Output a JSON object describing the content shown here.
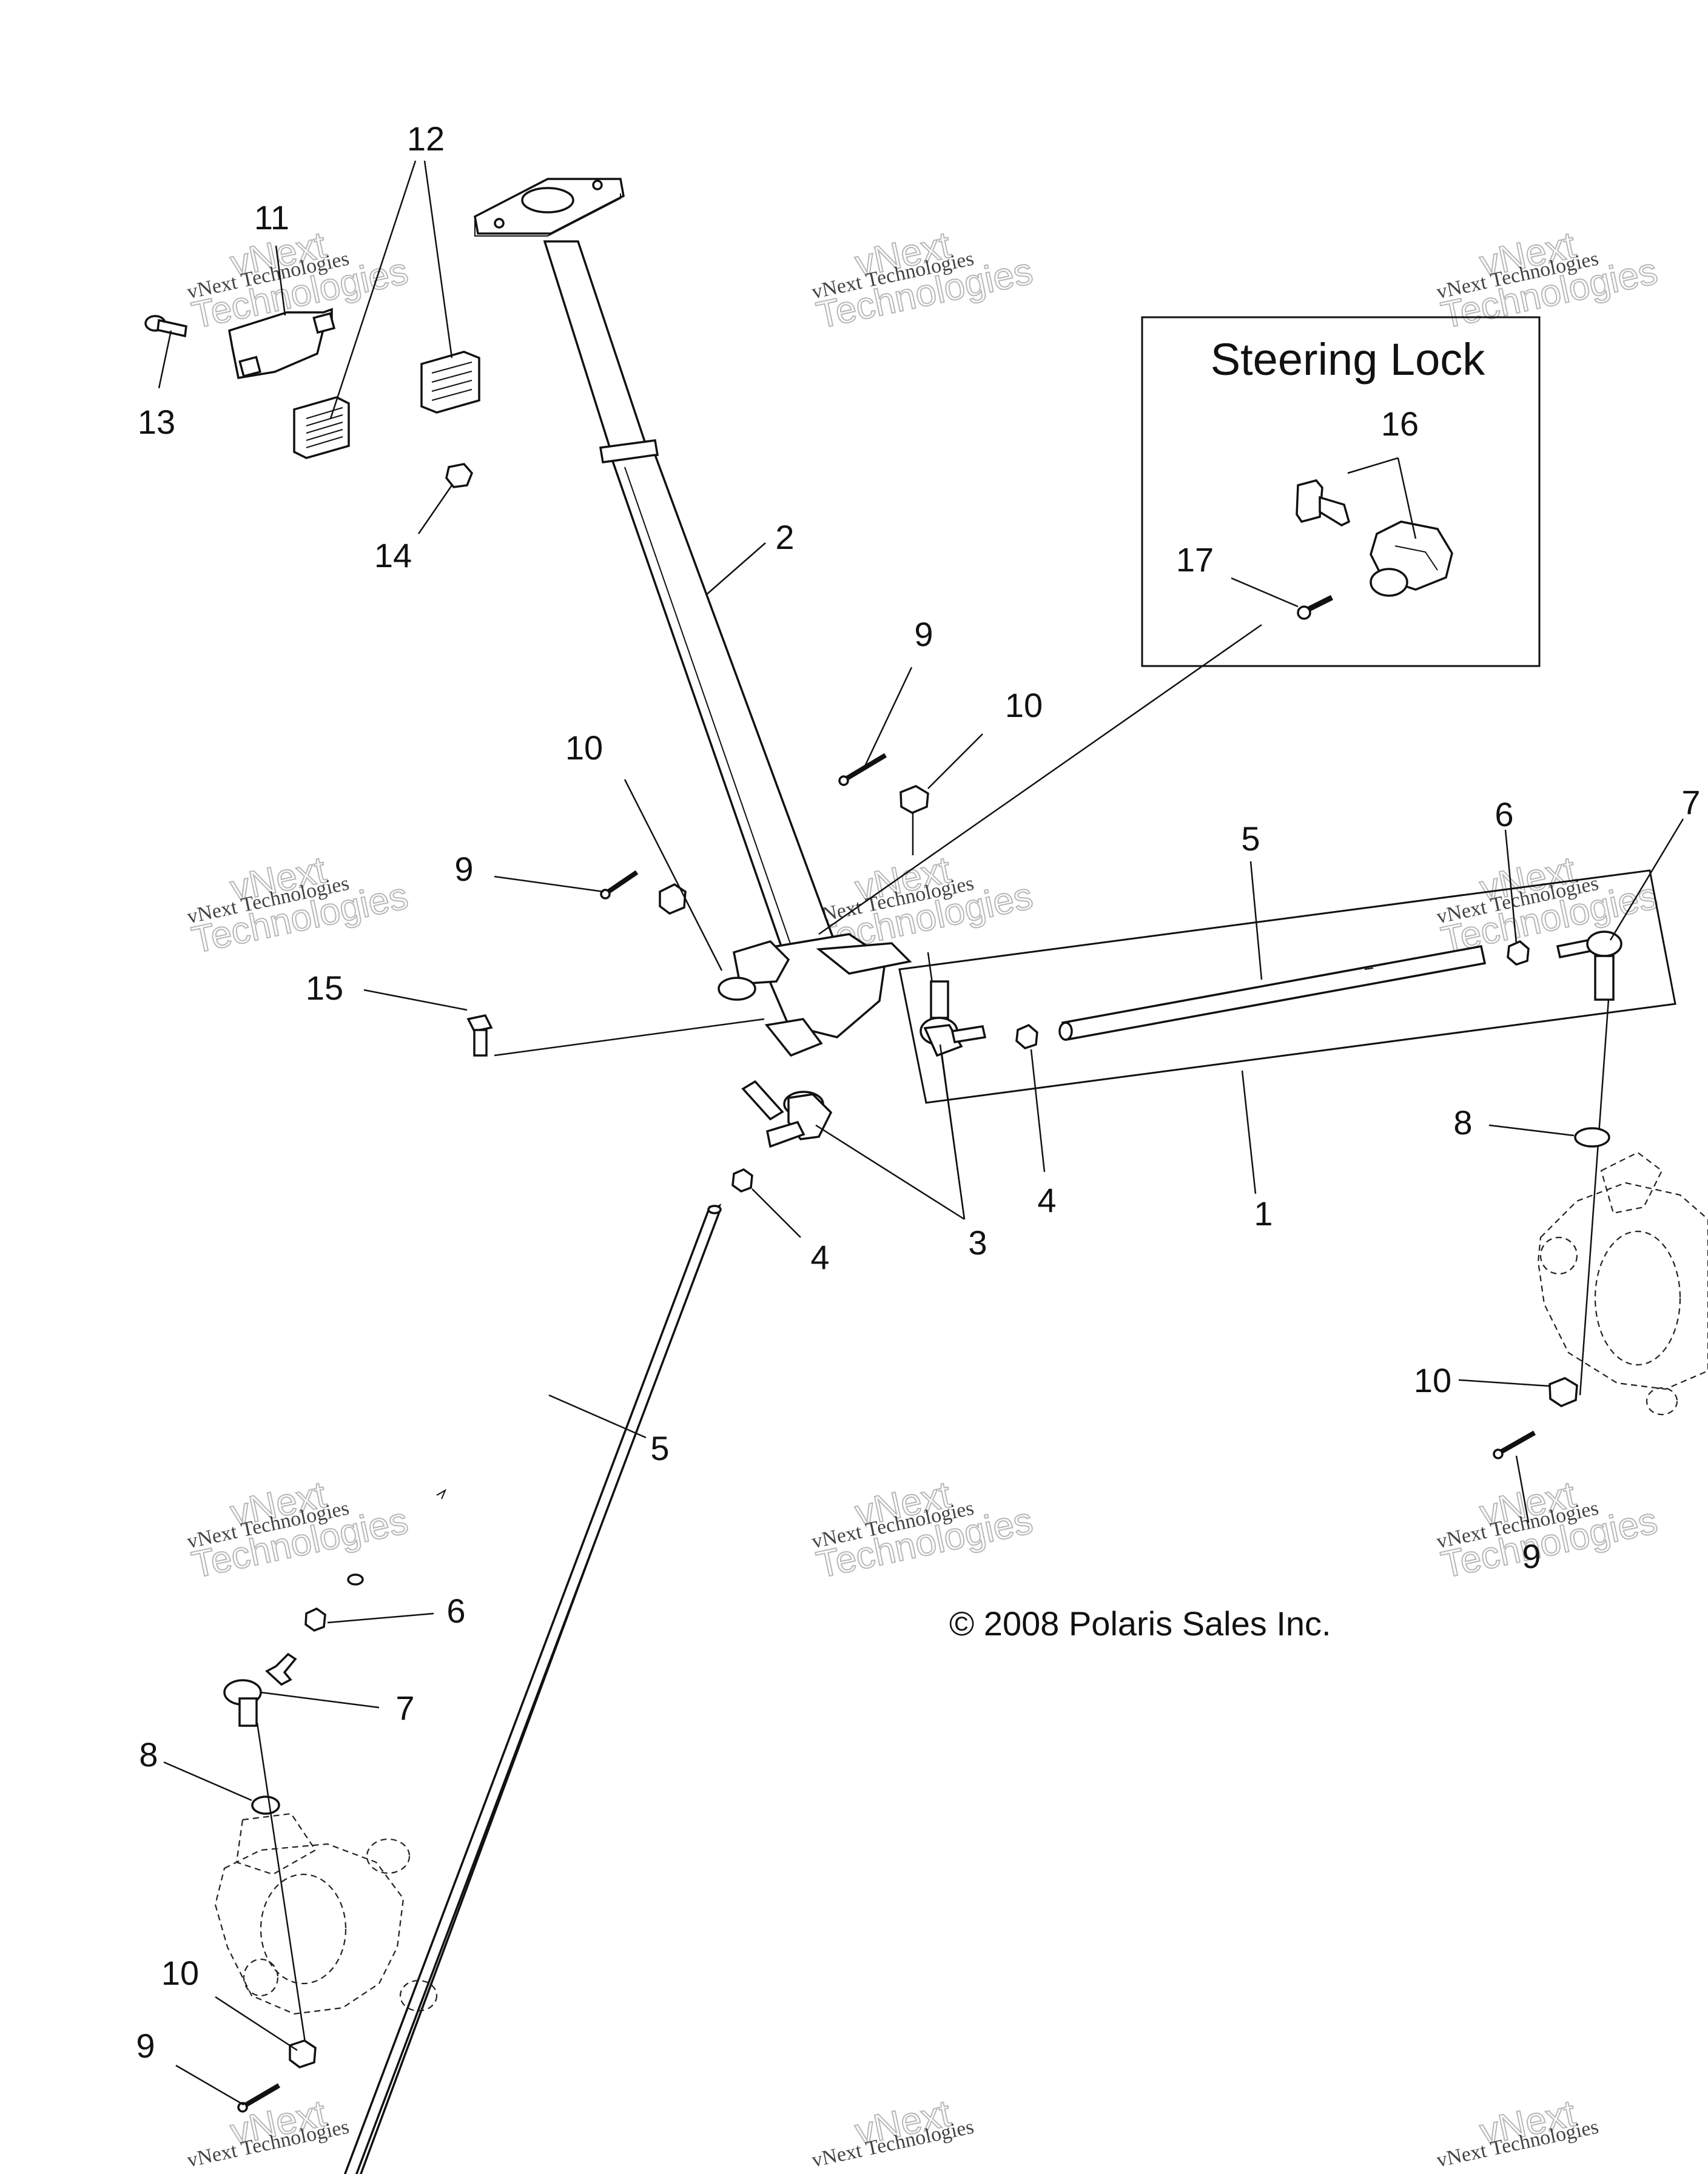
{
  "steering_lock_box": {
    "title": "Steering Lock"
  },
  "copyright": "© 2008 Polaris Sales Inc.",
  "watermark": {
    "line1": "vNext Technologies",
    "line2": "vNext",
    "line3": "Technologies"
  },
  "callouts": [
    {
      "id": "c12",
      "text": "12"
    },
    {
      "id": "c11",
      "text": "11"
    },
    {
      "id": "c13",
      "text": "13"
    },
    {
      "id": "c14",
      "text": "14"
    },
    {
      "id": "c2",
      "text": "2"
    },
    {
      "id": "c16",
      "text": "16"
    },
    {
      "id": "c17",
      "text": "17"
    },
    {
      "id": "c9a",
      "text": "9"
    },
    {
      "id": "c10a",
      "text": "10"
    },
    {
      "id": "c10b",
      "text": "10"
    },
    {
      "id": "c9b",
      "text": "9"
    },
    {
      "id": "c15",
      "text": "15"
    },
    {
      "id": "c5a",
      "text": "5"
    },
    {
      "id": "c6a",
      "text": "6"
    },
    {
      "id": "c7a",
      "text": "7"
    },
    {
      "id": "c8a",
      "text": "8"
    },
    {
      "id": "c4a",
      "text": "4"
    },
    {
      "id": "c3",
      "text": "3"
    },
    {
      "id": "c4b",
      "text": "4"
    },
    {
      "id": "c1",
      "text": "1"
    },
    {
      "id": "c10c",
      "text": "10"
    },
    {
      "id": "c9c",
      "text": "9"
    },
    {
      "id": "c5b",
      "text": "5"
    },
    {
      "id": "c6b",
      "text": "6"
    },
    {
      "id": "c7b",
      "text": "7"
    },
    {
      "id": "c8b",
      "text": "8"
    },
    {
      "id": "c10d",
      "text": "10"
    },
    {
      "id": "c9d",
      "text": "9"
    }
  ]
}
